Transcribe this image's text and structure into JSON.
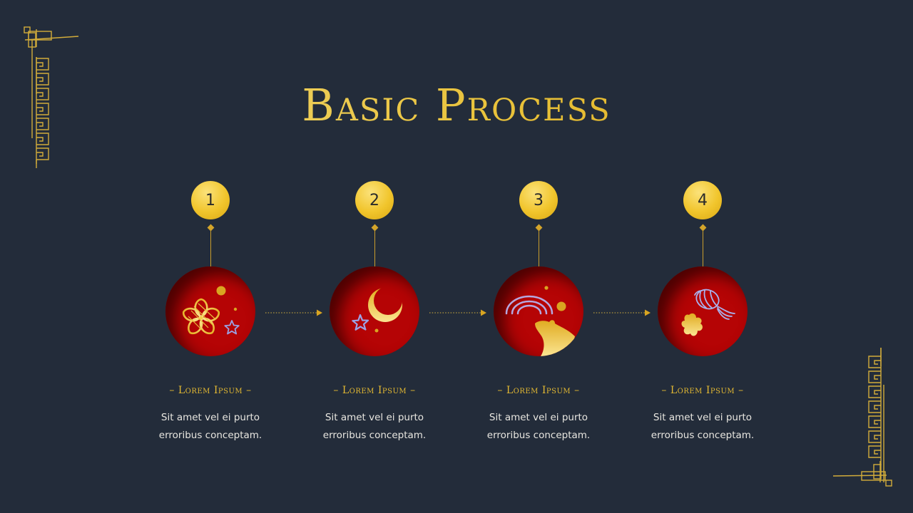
{
  "slide": {
    "title": "Basic Process",
    "background_color": "#232c3a",
    "accent_gold": "#e2b832",
    "disc_red": "#b50405",
    "icon_lavender": "#9aa3e6"
  },
  "steps": [
    {
      "number": "1",
      "label": "– Lorem Ipsum –",
      "description_line1": "Sit amet vel ei purto",
      "description_line2": "erroribus conceptam.",
      "icon": "plum-blossom-star-icon"
    },
    {
      "number": "2",
      "label": "– Lorem Ipsum –",
      "description_line1": "Sit amet vel ei purto",
      "description_line2": "erroribus conceptam.",
      "icon": "crescent-moon-star-icon"
    },
    {
      "number": "3",
      "label": "– Lorem Ipsum –",
      "description_line1": "Sit amet vel ei purto",
      "description_line2": "erroribus conceptam.",
      "icon": "rat-rainbow-icon"
    },
    {
      "number": "4",
      "label": "– Lorem Ipsum –",
      "description_line1": "Sit amet vel ei purto",
      "description_line2": "erroribus conceptam.",
      "icon": "lantern-flower-icon"
    }
  ],
  "connectors": [
    "dotted-arrow",
    "dotted-arrow",
    "dotted-arrow"
  ]
}
